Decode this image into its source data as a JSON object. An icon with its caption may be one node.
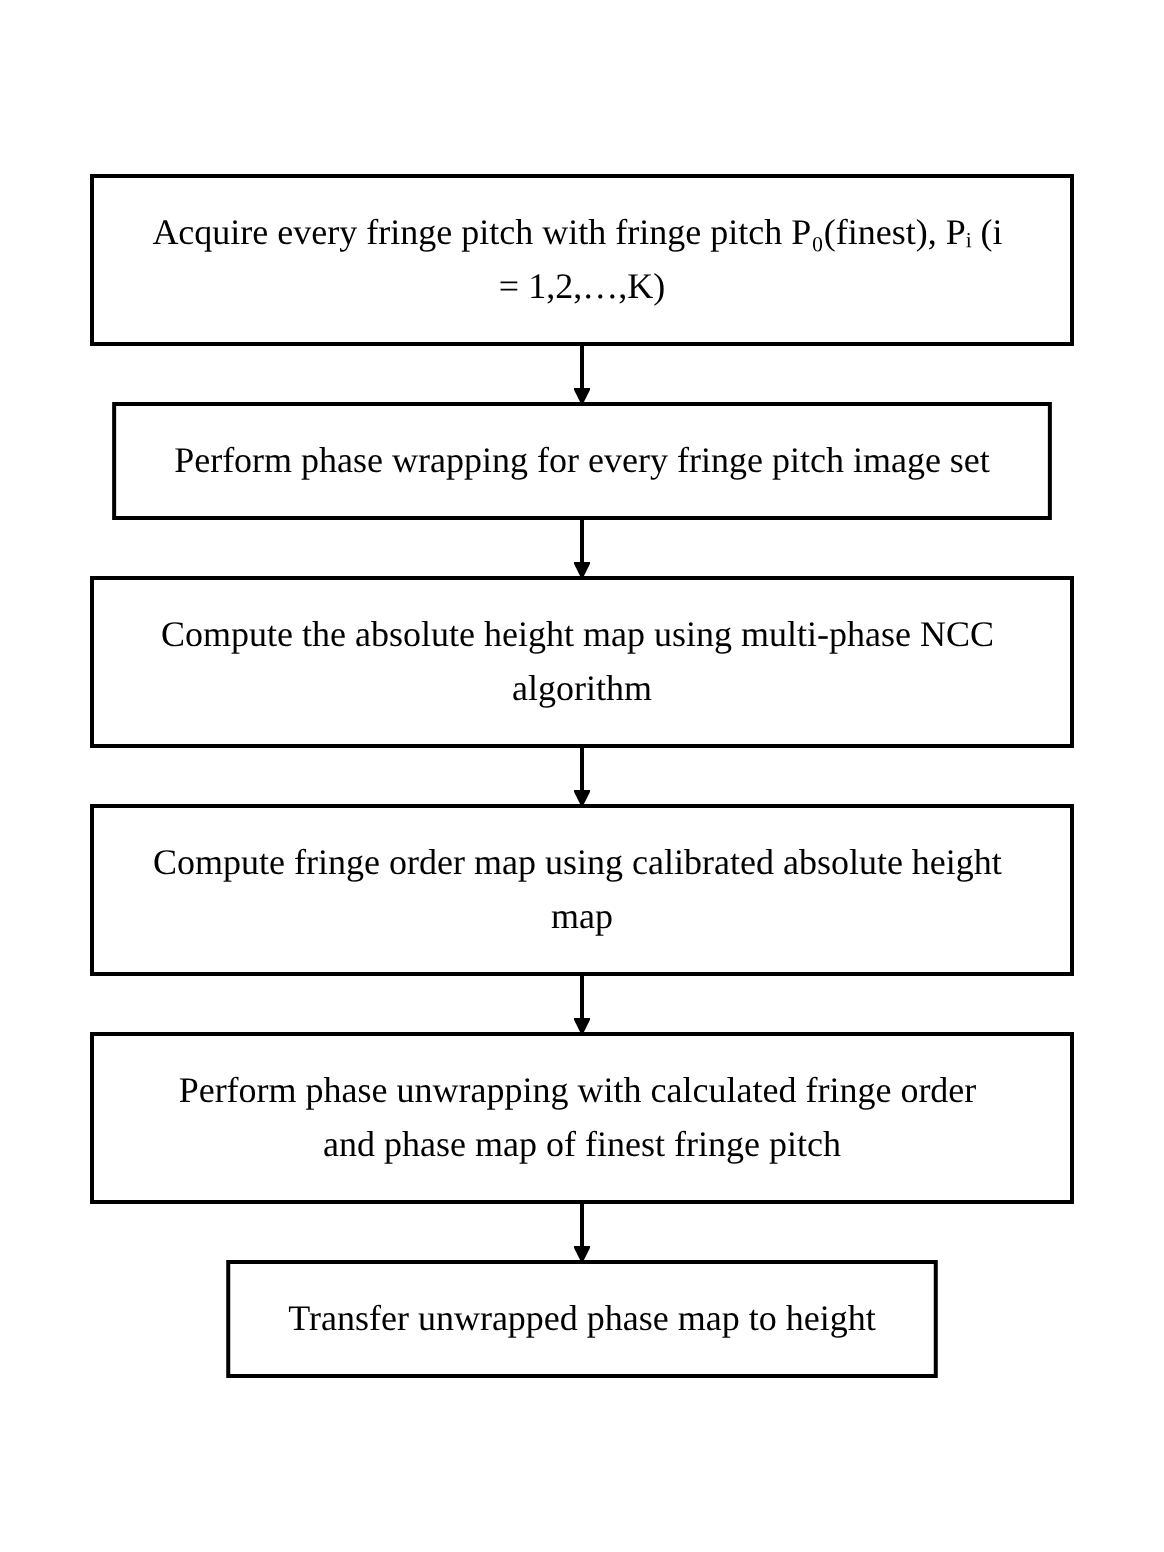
{
  "diagram": {
    "nodes": [
      {
        "text": [
          "Acquire every fringe pitch with fringe pitch P₀(finest), Pᵢ (i = 1,2,…,K)"
        ]
      },
      {
        "text": [
          "Perform phase wrapping for every fringe pitch image set"
        ]
      },
      {
        "text": [
          "Compute the absolute height map using multi-phase NCC algorithm"
        ]
      },
      {
        "text": [
          "Compute fringe order map using calibrated absolute height map"
        ]
      },
      {
        "text": [
          "Perform phase unwrapping with calculated fringe order and phase map of finest fringe pitch"
        ]
      },
      {
        "text": [
          "Transfer unwrapped phase map to height"
        ]
      }
    ],
    "edges": [
      {
        "from": 0,
        "to": 1,
        "arrow": "to"
      },
      {
        "from": 1,
        "to": 2,
        "arrow": "to"
      },
      {
        "from": 2,
        "to": 3,
        "arrow": "to"
      },
      {
        "from": 3,
        "to": 4,
        "arrow": "to"
      },
      {
        "from": 4,
        "to": 5,
        "arrow": "to"
      }
    ]
  }
}
